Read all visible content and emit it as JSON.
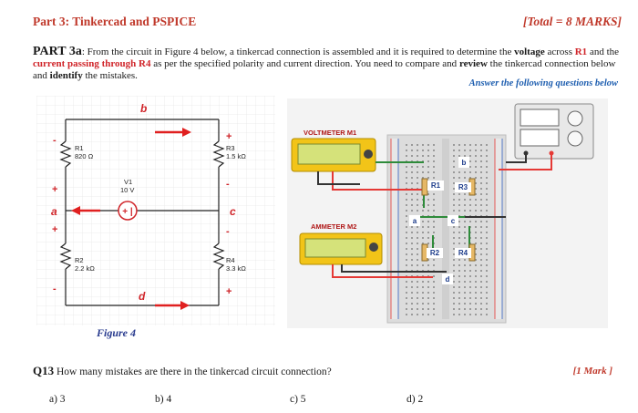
{
  "header": {
    "title": "Part 3: Tinkercad and PSPICE",
    "total": "[Total = 8 MARKS]"
  },
  "part": {
    "label": "PART 3a",
    "intro": ": From the circuit in Figure 4 below, a tinkercad connection is assembled and it is required to determine the",
    "voltage_word": "voltage",
    "across": " across ",
    "r1": "R1",
    "and_the": " and the ",
    "current_phrase": "current passing through R4",
    "rest": " as per the specified polarity and current direction. You need to",
    "compare_pre": "compare and ",
    "review_word": "review",
    "compare_mid": " the tinkercad connection below and ",
    "identify_word": "identify",
    "compare_post": " the mistakes.",
    "answer_note": "Answer the following questions below"
  },
  "figure4": {
    "caption": "Figure 4",
    "node_labels": [
      "b",
      "a",
      "c",
      "d"
    ],
    "components": [
      {
        "name": "R1",
        "value": "820 Ω"
      },
      {
        "name": "R3",
        "value": "1.5 kΩ"
      },
      {
        "name": "V1",
        "value": "10 V"
      },
      {
        "name": "R2",
        "value": "2.2 kΩ"
      },
      {
        "name": "R4",
        "value": "3.3 kΩ"
      }
    ],
    "polarity": {
      "plus": "+",
      "minus": "-"
    },
    "source_symbol": "+ |"
  },
  "tinkercad": {
    "voltmeter_label": "VOLTMETER M1",
    "ammeter_label": "AMMETER M2",
    "board_labels": [
      "b",
      "R1",
      "R3",
      "a",
      "c",
      "R2",
      "R4",
      "d"
    ]
  },
  "question": {
    "number": "Q13",
    "text": "How many mistakes are there in the tinkercad circuit connection?",
    "mark": "[1 Mark ]",
    "options": [
      "a)  3",
      "b) 4",
      "c) 5",
      "d) 2"
    ]
  },
  "colors": {
    "accent_red": "#c0392b",
    "blue_note": "#1f5fb0",
    "wire_red": "#e53935",
    "lcd_green": "#d5e27a",
    "meter_yellow": "#f2c418"
  }
}
